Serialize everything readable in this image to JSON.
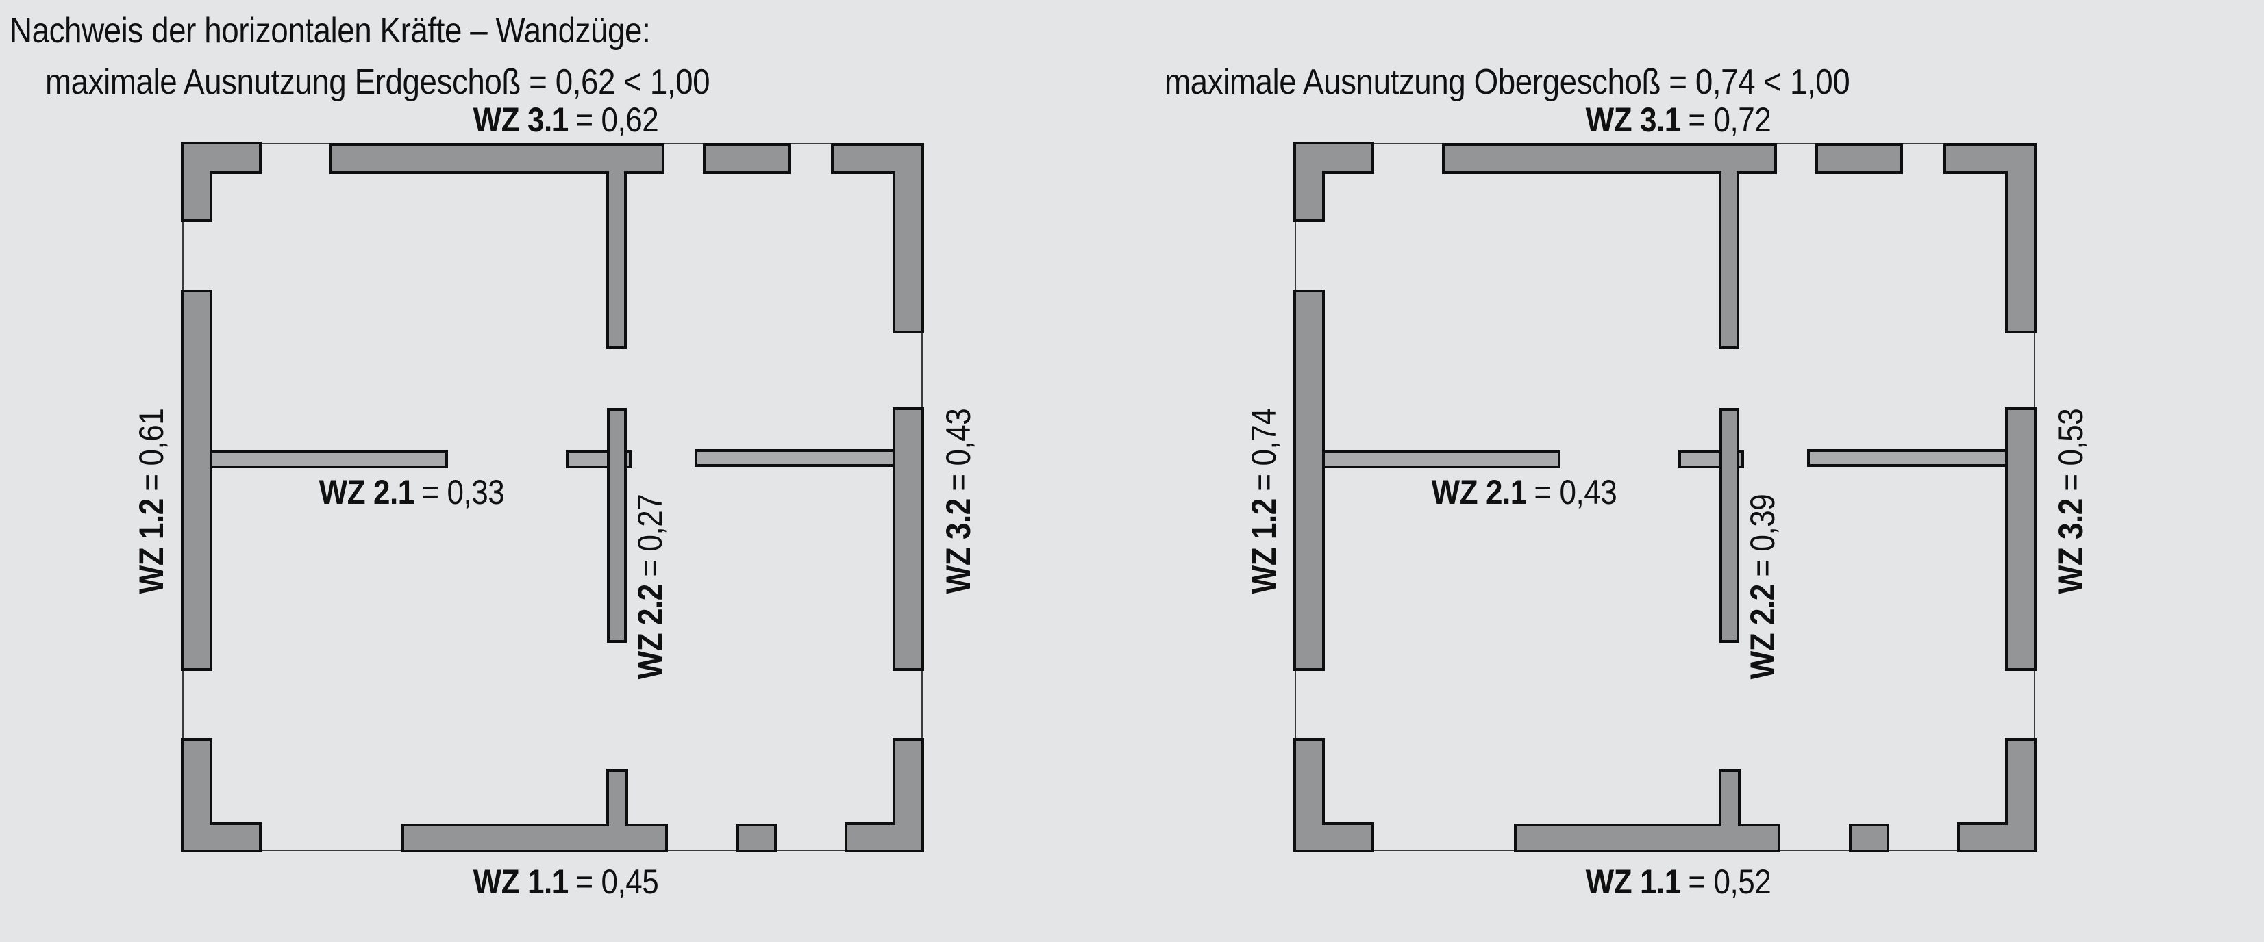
{
  "colors": {
    "background": "#e4e5e6",
    "wall": "#949597",
    "wall_light": "#aaabad",
    "outline": "#0e0e0e",
    "thin_line": "#3c3c3c",
    "text": "#101010"
  },
  "header": {
    "title": "Nachweis der horizontalen Kräfte – Wandzüge:"
  },
  "plans": [
    {
      "id": "erdgeschoss",
      "subtitle": "maximale Ausnutzung Erdgeschoß = 0,62 < 1,00",
      "walls": {
        "top": {
          "name": "WZ 3.1",
          "value": "= 0,62"
        },
        "bottom": {
          "name": "WZ 1.1",
          "value": "= 0,45"
        },
        "left": {
          "name": "WZ 1.2",
          "value": "= 0,61"
        },
        "right": {
          "name": "WZ 3.2",
          "value": "= 0,43"
        },
        "inner_horizontal": {
          "name": "WZ 2.1",
          "value": "= 0,33"
        },
        "inner_vertical": {
          "name": "WZ 2.2",
          "value": "= 0,27"
        }
      }
    },
    {
      "id": "obergeschoss",
      "subtitle": "maximale Ausnutzung Obergeschoß = 0,74 < 1,00",
      "walls": {
        "top": {
          "name": "WZ 3.1",
          "value": "= 0,72"
        },
        "bottom": {
          "name": "WZ 1.1",
          "value": "= 0,52"
        },
        "left": {
          "name": "WZ 1.2",
          "value": "= 0,74"
        },
        "right": {
          "name": "WZ 3.2",
          "value": "= 0,53"
        },
        "inner_horizontal": {
          "name": "WZ 2.1",
          "value": "= 0,43"
        },
        "inner_vertical": {
          "name": "WZ 2.2",
          "value": "= 0,39"
        }
      }
    }
  ]
}
